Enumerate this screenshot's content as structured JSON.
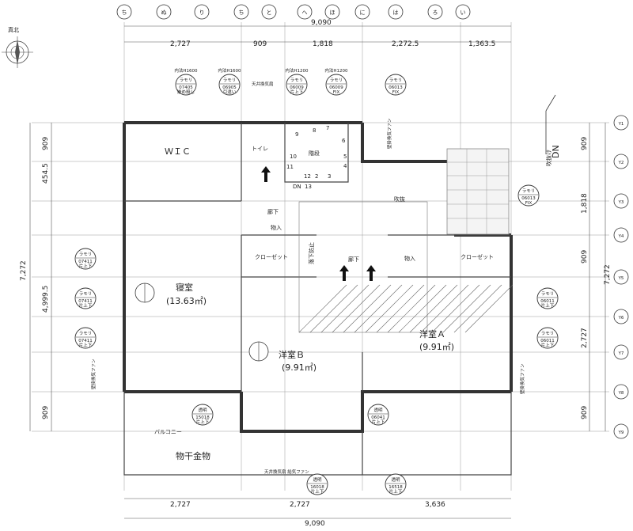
{
  "compass": {
    "label": "真北"
  },
  "grid_top": [
    "ち",
    "ぬ",
    "り",
    "ち",
    "と",
    "へ",
    "ほ",
    "に",
    "は",
    "ろ",
    "い"
  ],
  "grid_right": [
    "Y1",
    "Y2",
    "Y3",
    "Y4",
    "Y5",
    "Y6",
    "Y7",
    "Y8",
    "Y9"
  ],
  "dims": {
    "top_total": "9,090",
    "top": [
      "2,727",
      "909",
      "1,818",
      "2,272.5",
      "1,363.5"
    ],
    "bottom": [
      "2,727",
      "2,727",
      "3,636"
    ],
    "bottom_total": "9,090",
    "left_total": "7,272",
    "left": [
      "909",
      "454.5",
      "4,999.5",
      "909"
    ],
    "right": [
      "909",
      "1,818",
      "909",
      "2,727",
      "909"
    ],
    "right_total": "7,272"
  },
  "labels": {
    "dn_main": "DN",
    "dn_sub": "吹抜け"
  },
  "stairs": {
    "steps": [
      "8",
      "9",
      "7",
      "6",
      "5",
      "4",
      "3",
      "2",
      "12",
      "10",
      "11",
      "13"
    ],
    "dn": "DN",
    "label": "階段",
    "fall_label": "落下防止"
  },
  "rooms": {
    "wic": "ＷＩＣ",
    "toilet": "トイレ",
    "bedroom": {
      "name": "寝室",
      "area": "(13.63㎡)"
    },
    "western_b": {
      "name": "洋室Ｂ",
      "area": "(9.91㎡)"
    },
    "western_a": {
      "name": "洋室Ａ",
      "area": "(9.91㎡)"
    },
    "corridor": "廊下",
    "corridor2": "廊下",
    "void": "吹抜",
    "storage": "物入",
    "closet": "クローゼット",
    "balcony": "バルコニー",
    "drying_rack": "物干金物"
  },
  "windows_top": [
    {
      "note": "内法H1600",
      "kind": "ラモリ",
      "code": "07405",
      "sub": "嵌め殺し"
    },
    {
      "note": "内法H1600",
      "kind": "ラモリ",
      "code": "06905",
      "sub": "引違い"
    },
    {
      "note": "内法H1200",
      "kind": "ラモリ",
      "code": "06009",
      "sub": "片上下"
    },
    {
      "note": "内法H1200",
      "kind": "ラモリ",
      "code": "06009",
      "sub": "FIX"
    },
    {
      "note": "",
      "kind": "ラモリ",
      "code": "06013",
      "sub": "FIX"
    }
  ],
  "windows_left": [
    {
      "kind": "ラモリ",
      "code": "07411",
      "sub": "片上下"
    },
    {
      "kind": "ラモリ",
      "code": "07411",
      "sub": "片上下"
    },
    {
      "kind": "ラモリ",
      "code": "07411",
      "sub": "片上下"
    }
  ],
  "windows_right": [
    {
      "kind": "ラモリ",
      "code": "06013",
      "sub": "FIX"
    },
    {
      "kind": "ラモリ",
      "code": "06011",
      "sub": "片上下"
    },
    {
      "kind": "ラモリ",
      "code": "06011",
      "sub": "片上下"
    }
  ],
  "windows_bottom": [
    {
      "kind": "透明",
      "code": "15018",
      "sub": "片上下"
    },
    {
      "kind": "透明",
      "code": "06041",
      "sub": "片上下"
    },
    {
      "kind": "透明",
      "code": "16018",
      "sub": "片上下"
    },
    {
      "kind": "透明",
      "code": "16518",
      "sub": "片上下"
    }
  ],
  "notes": {
    "fan_left": "壁掛換気ファン",
    "fan_right": "壁掛換気ファン",
    "fan_top": "壁掛換気ファン",
    "fan_top2": "天井換気扇",
    "fan_bottom": "天井換気扇 給気ファン"
  }
}
